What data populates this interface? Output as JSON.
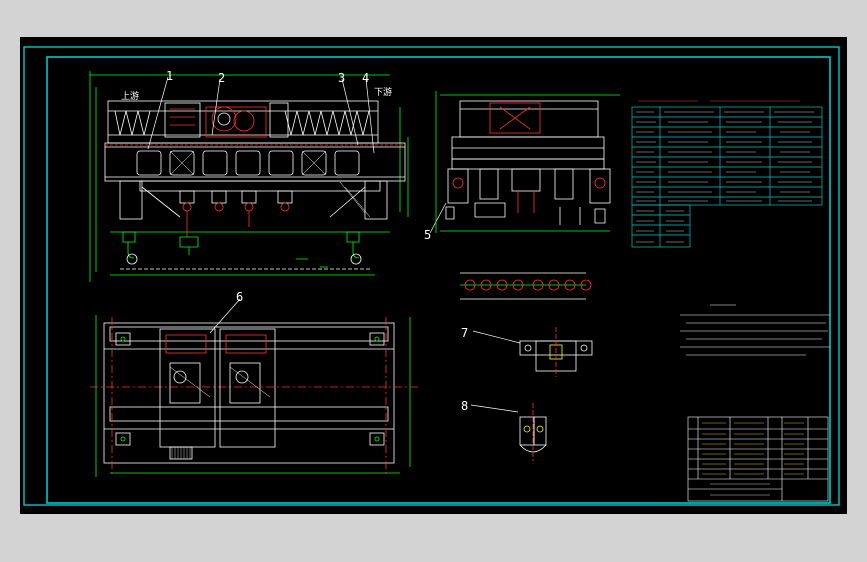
{
  "colors": {
    "frame": "#00c8c8",
    "line_white": "#ffffff",
    "line_red": "#ff3030",
    "line_green": "#00ff00",
    "line_magenta": "#ff00ff",
    "line_yellow": "#ffff00",
    "background": "#000000",
    "surround": "#d3d3d3"
  },
  "callouts": {
    "c1": "1",
    "c2": "2",
    "c3": "3",
    "c4": "4",
    "c5": "5",
    "c6": "6",
    "c7": "7",
    "c8": "8"
  },
  "labels": {
    "upstream": "上游",
    "downstream": "下游"
  }
}
